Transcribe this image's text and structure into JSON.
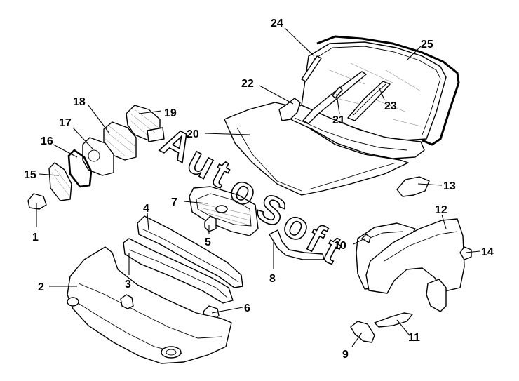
{
  "watermark": {
    "letters": [
      "A",
      "u",
      "t",
      "o",
      "S",
      "o",
      "f",
      "t"
    ]
  },
  "callouts": [
    {
      "id": "1",
      "label": "1"
    },
    {
      "id": "2",
      "label": "2"
    },
    {
      "id": "3",
      "label": "3"
    },
    {
      "id": "4",
      "label": "4"
    },
    {
      "id": "5",
      "label": "5"
    },
    {
      "id": "6",
      "label": "6"
    },
    {
      "id": "7",
      "label": "7"
    },
    {
      "id": "8",
      "label": "8"
    },
    {
      "id": "9",
      "label": "9"
    },
    {
      "id": "10",
      "label": "10"
    },
    {
      "id": "11",
      "label": "11"
    },
    {
      "id": "12",
      "label": "12"
    },
    {
      "id": "13",
      "label": "13"
    },
    {
      "id": "14",
      "label": "14"
    },
    {
      "id": "15",
      "label": "15"
    },
    {
      "id": "16",
      "label": "16"
    },
    {
      "id": "17",
      "label": "17"
    },
    {
      "id": "18",
      "label": "18"
    },
    {
      "id": "19",
      "label": "19"
    },
    {
      "id": "20",
      "label": "20"
    },
    {
      "id": "21",
      "label": "21"
    },
    {
      "id": "22",
      "label": "22"
    },
    {
      "id": "23",
      "label": "23"
    },
    {
      "id": "24",
      "label": "24"
    },
    {
      "id": "25",
      "label": "25"
    }
  ]
}
